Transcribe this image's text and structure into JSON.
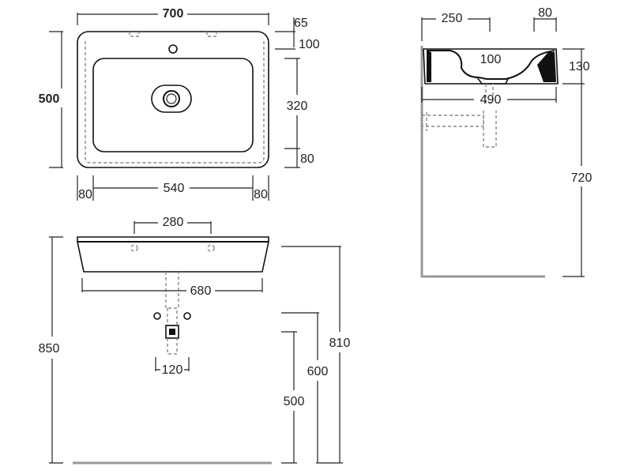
{
  "top_view": {
    "width": "700",
    "height": "500",
    "tap_offset": "65",
    "rim_top": "100",
    "bowl_depth": "320",
    "rim_bottom": "80",
    "rim_left": "80",
    "bowl_width": "540",
    "rim_right": "80"
  },
  "side_view": {
    "depth_front": "250",
    "depth_back": "80",
    "height": "130",
    "inner": "100",
    "length": "490",
    "mount_height": "720"
  },
  "front_view": {
    "bracket_spacing": "280",
    "basin_width": "680",
    "floor_to_top": "850",
    "rim_height": "810",
    "supply_height": "600",
    "waste_height": "500",
    "supply_spacing": "120"
  },
  "colors": {
    "line": "#222222",
    "hidden": "#888888",
    "floor": "#999999"
  }
}
